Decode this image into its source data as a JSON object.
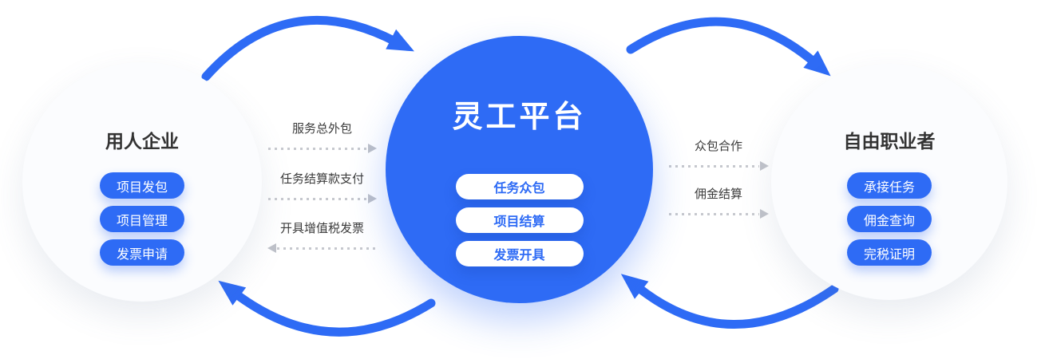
{
  "colors": {
    "primary_blue": "#2E6BF5",
    "light_circle_bg": "#FBFCFE",
    "title_text": "#333333",
    "flow_label_text": "#3B3B3B",
    "dotted_arrow_gray": "#C6C8CE"
  },
  "left_circle": {
    "title": "用人企业",
    "items": [
      "项目发包",
      "项目管理",
      "发票申请"
    ]
  },
  "center_circle": {
    "title": "灵工平台",
    "items": [
      "任务众包",
      "项目结算",
      "发票开具"
    ]
  },
  "right_circle": {
    "title": "自由职业者",
    "items": [
      "承接任务",
      "佣金查询",
      "完税证明"
    ]
  },
  "left_flows": [
    {
      "label": "服务总外包",
      "direction": "right"
    },
    {
      "label": "任务结算款支付",
      "direction": "right"
    },
    {
      "label": "开具增值税发票",
      "direction": "left"
    }
  ],
  "right_flows": [
    {
      "label": "众包合作",
      "direction": "right"
    },
    {
      "label": "佣金结算",
      "direction": "right"
    }
  ]
}
